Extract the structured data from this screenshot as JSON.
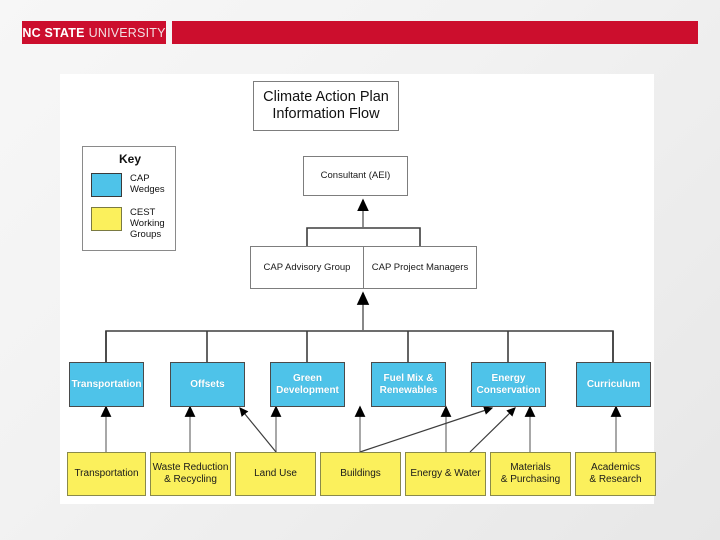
{
  "header": {
    "logo_bold": "NC STATE",
    "logo_light": "UNIVERSITY",
    "brand_color": "#cc0e2d"
  },
  "diagram": {
    "title_line1": "Climate Action Plan",
    "title_line2": "Information Flow",
    "key": {
      "heading": "Key",
      "items": [
        {
          "label_line1": "CAP",
          "label_line2": "Wedges",
          "label_line3": "",
          "color": "#4ec3e9",
          "name": "cap-wedges"
        },
        {
          "label_line1": "CEST",
          "label_line2": "Working",
          "label_line3": "Groups",
          "color": "#fbf05c",
          "name": "cest-working-groups"
        }
      ]
    },
    "consultant": "Consultant (AEI)",
    "advisory_group": "CAP Advisory Group",
    "project_managers": "CAP Project Managers",
    "wedges": [
      {
        "line1": "Transportation",
        "line2": ""
      },
      {
        "line1": "Offsets",
        "line2": ""
      },
      {
        "line1": "Green",
        "line2": "Development"
      },
      {
        "line1": "Fuel Mix &",
        "line2": "Renewables"
      },
      {
        "line1": "Energy",
        "line2": "Conservation"
      },
      {
        "line1": "Curriculum",
        "line2": ""
      }
    ],
    "working_groups": [
      {
        "line1": "Transportation",
        "line2": ""
      },
      {
        "line1": "Waste Reduction",
        "line2": "& Recycling"
      },
      {
        "line1": "Land Use",
        "line2": ""
      },
      {
        "line1": "Buildings",
        "line2": ""
      },
      {
        "line1": "Energy & Water",
        "line2": ""
      },
      {
        "line1": "Materials",
        "line2": "& Purchasing"
      },
      {
        "line1": "Academics",
        "line2": "& Research"
      }
    ],
    "colors": {
      "wedge_fill": "#4ec3e9",
      "cest_fill": "#fbf05c",
      "box_stroke": "#7d7d7d",
      "connector": "#5a5a5a",
      "arrow_fill": "#000000",
      "canvas": "#ffffff"
    }
  }
}
